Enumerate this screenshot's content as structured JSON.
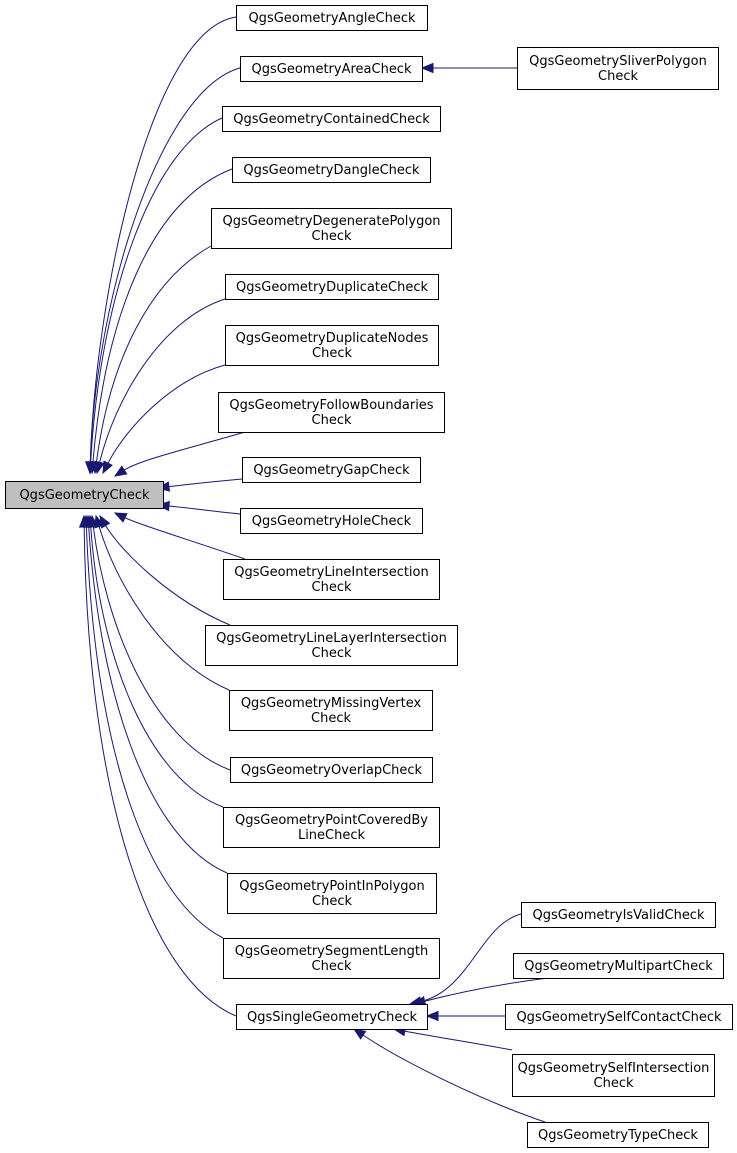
{
  "diagram": {
    "edge_color": "#191970",
    "root_fill": "#bfbfbf",
    "nodes": [
      {
        "id": "root",
        "lines": [
          "QgsGeometryCheck"
        ]
      },
      {
        "id": "angle",
        "lines": [
          "QgsGeometryAngleCheck"
        ]
      },
      {
        "id": "area",
        "lines": [
          "QgsGeometryAreaCheck"
        ]
      },
      {
        "id": "sliver",
        "lines": [
          "QgsGeometrySliverPolygon",
          "Check"
        ]
      },
      {
        "id": "contained",
        "lines": [
          "QgsGeometryContainedCheck"
        ]
      },
      {
        "id": "dangle",
        "lines": [
          "QgsGeometryDangleCheck"
        ]
      },
      {
        "id": "degenerate",
        "lines": [
          "QgsGeometryDegeneratePolygon",
          "Check"
        ]
      },
      {
        "id": "duplicate",
        "lines": [
          "QgsGeometryDuplicateCheck"
        ]
      },
      {
        "id": "dupnodes",
        "lines": [
          "QgsGeometryDuplicateNodes",
          "Check"
        ]
      },
      {
        "id": "follow",
        "lines": [
          "QgsGeometryFollowBoundaries",
          "Check"
        ]
      },
      {
        "id": "gap",
        "lines": [
          "QgsGeometryGapCheck"
        ]
      },
      {
        "id": "hole",
        "lines": [
          "QgsGeometryHoleCheck"
        ]
      },
      {
        "id": "lineint",
        "lines": [
          "QgsGeometryLineIntersection",
          "Check"
        ]
      },
      {
        "id": "linelayer",
        "lines": [
          "QgsGeometryLineLayerIntersection",
          "Check"
        ]
      },
      {
        "id": "missing",
        "lines": [
          "QgsGeometryMissingVertex",
          "Check"
        ]
      },
      {
        "id": "overlap",
        "lines": [
          "QgsGeometryOverlapCheck"
        ]
      },
      {
        "id": "pointcovered",
        "lines": [
          "QgsGeometryPointCoveredBy",
          "LineCheck"
        ]
      },
      {
        "id": "pointinpoly",
        "lines": [
          "QgsGeometryPointInPolygon",
          "Check"
        ]
      },
      {
        "id": "segment",
        "lines": [
          "QgsGeometrySegmentLength",
          "Check"
        ]
      },
      {
        "id": "single",
        "lines": [
          "QgsSingleGeometryCheck"
        ]
      },
      {
        "id": "isvalid",
        "lines": [
          "QgsGeometryIsValidCheck"
        ]
      },
      {
        "id": "multipart",
        "lines": [
          "QgsGeometryMultipartCheck"
        ]
      },
      {
        "id": "selfcontact",
        "lines": [
          "QgsGeometrySelfContactCheck"
        ]
      },
      {
        "id": "selfint",
        "lines": [
          "QgsGeometrySelfIntersection",
          "Check"
        ]
      },
      {
        "id": "type",
        "lines": [
          "QgsGeometryTypeCheck"
        ]
      }
    ],
    "edges": [
      {
        "from": "angle",
        "to": "root"
      },
      {
        "from": "area",
        "to": "root"
      },
      {
        "from": "sliver",
        "to": "area"
      },
      {
        "from": "contained",
        "to": "root"
      },
      {
        "from": "dangle",
        "to": "root"
      },
      {
        "from": "degenerate",
        "to": "root"
      },
      {
        "from": "duplicate",
        "to": "root"
      },
      {
        "from": "dupnodes",
        "to": "root"
      },
      {
        "from": "follow",
        "to": "root"
      },
      {
        "from": "gap",
        "to": "root"
      },
      {
        "from": "hole",
        "to": "root"
      },
      {
        "from": "lineint",
        "to": "root"
      },
      {
        "from": "linelayer",
        "to": "root"
      },
      {
        "from": "missing",
        "to": "root"
      },
      {
        "from": "overlap",
        "to": "root"
      },
      {
        "from": "pointcovered",
        "to": "root"
      },
      {
        "from": "pointinpoly",
        "to": "root"
      },
      {
        "from": "segment",
        "to": "root"
      },
      {
        "from": "single",
        "to": "root"
      },
      {
        "from": "isvalid",
        "to": "single"
      },
      {
        "from": "multipart",
        "to": "single"
      },
      {
        "from": "selfcontact",
        "to": "single"
      },
      {
        "from": "selfint",
        "to": "single"
      },
      {
        "from": "type",
        "to": "single"
      }
    ]
  }
}
